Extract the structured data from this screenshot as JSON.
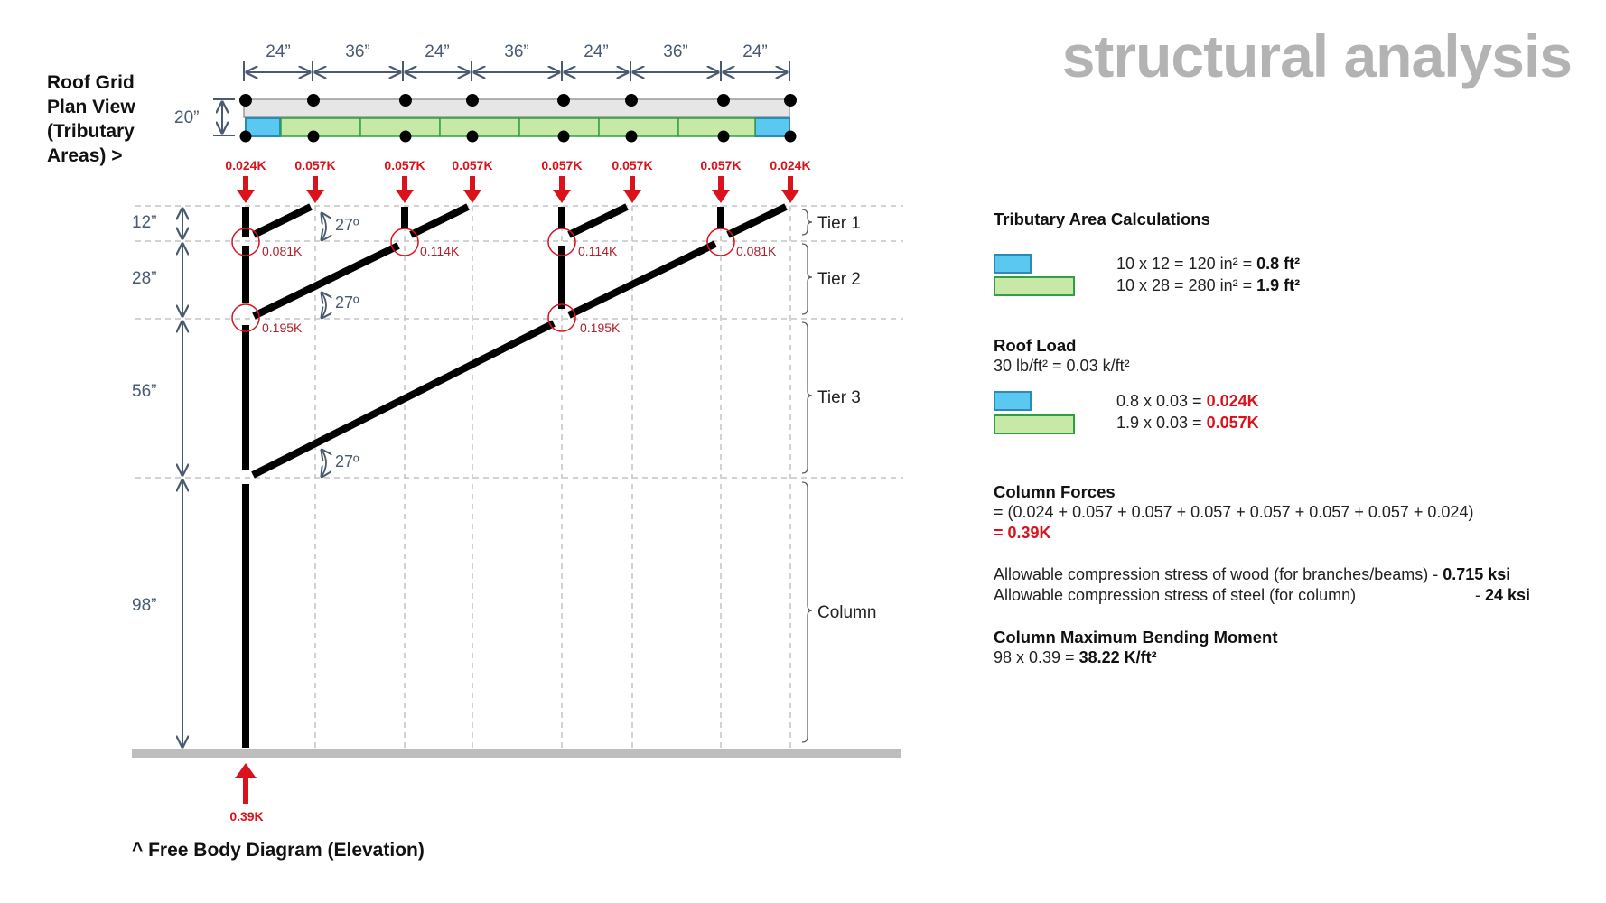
{
  "title": "structural analysis",
  "plan_caption": [
    "Roof Grid",
    "Plan View",
    "(Tributary",
    "Areas) >"
  ],
  "fbd_caption": "^ Free Body Diagram (Elevation)",
  "plan_spacings": [
    "24”",
    "36”",
    "24”",
    "36”",
    "24”",
    "36”",
    "24”"
  ],
  "plan_depth": "20”",
  "point_loads": [
    "0.024K",
    "0.057K",
    "0.057K",
    "0.057K",
    "0.057K",
    "0.057K",
    "0.057K",
    "0.024K"
  ],
  "elevation_dims": [
    "12”",
    "28”",
    "56”",
    "98”"
  ],
  "angle_label": "27º",
  "node_forces": {
    "tier1": [
      "0.081K",
      "0.114K",
      "0.114K",
      "0.081K"
    ],
    "tier2": [
      "0.195K",
      "0.195K"
    ]
  },
  "tiers": [
    "Tier 1",
    "Tier 2",
    "Tier 3",
    "Column"
  ],
  "reaction": "0.39K",
  "colors": {
    "load_red": "#d9121b",
    "blue_area": "#5bc8f0",
    "green_area": "#c8e8a8",
    "dim_gray": "#4a5a70",
    "ground": "#bdbdbd"
  },
  "panel": {
    "trib": {
      "heading": "Tributary Area Calculations",
      "blue": {
        "expr": "10 x 12 = 120 in² = ",
        "result": "0.8 ft²"
      },
      "green": {
        "expr": "10 x 28 = 280 in² = ",
        "result": "1.9 ft²"
      }
    },
    "roof": {
      "heading": "Roof Load",
      "line": "30 lb/ft² = 0.03 k/ft²",
      "blue": {
        "expr": "0.8 x 0.03 = ",
        "result": "0.024K"
      },
      "green": {
        "expr": "1.9 x 0.03 = ",
        "result": "0.057K"
      }
    },
    "column": {
      "heading": "Column Forces",
      "line": "= (0.024 + 0.057 + 0.057 + 0.057 + 0.057 + 0.057 + 0.057 + 0.024)",
      "result": "= 0.39K"
    },
    "allowable": {
      "wood_label": "Allowable compression stress of wood (for branches/beams)",
      "wood_dash": " - ",
      "wood_value": "0.715 ksi",
      "steel_label": "Allowable compression stress of steel (for column)",
      "steel_dash": "- ",
      "steel_value": "24 ksi"
    },
    "moment": {
      "heading": "Column Maximum Bending Moment",
      "expr": "98 x 0.39 = ",
      "result": "38.22 K/ft²"
    }
  }
}
